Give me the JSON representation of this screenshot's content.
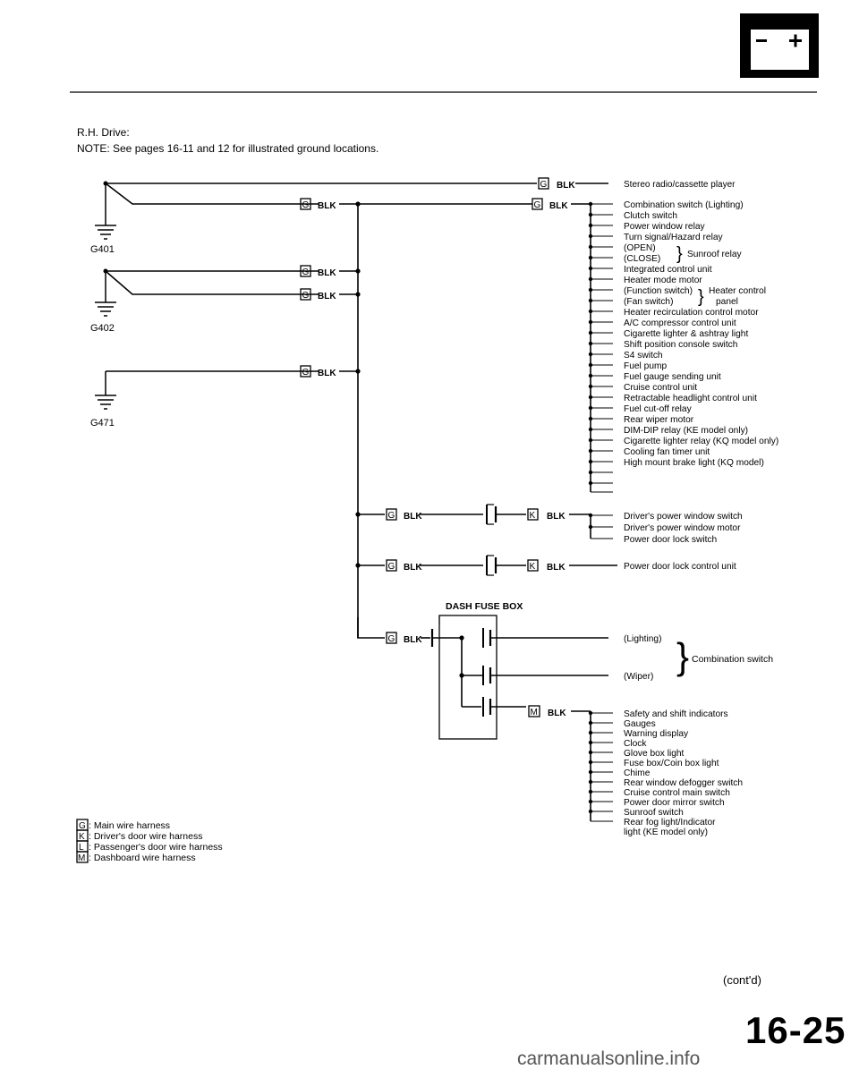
{
  "header": {
    "section_icon": "battery-icon",
    "title": "R.H. Drive:",
    "note": "NOTE:  See pages 16-11 and 12 for illustrated ground locations."
  },
  "grounds": [
    "G401",
    "G402",
    "G471"
  ],
  "connector_codes": {
    "main": "G",
    "driver_door": "K",
    "passenger_door": "L",
    "dashboard": "M"
  },
  "wire_color": "BLK",
  "fuse_box_label": "DASH FUSE BOX",
  "stereo": "Stereo radio/cassette player",
  "main_branch": {
    "items": [
      "Combination switch (Lighting)",
      "Clutch switch",
      "Power window relay",
      "Turn signal/Hazard relay",
      "(OPEN)",
      "(CLOSE)",
      "Integrated control unit",
      "Heater mode motor",
      "(Function switch)",
      "(Fan switch)",
      "Heater recirculation control motor",
      "A/C compressor control unit",
      "Cigarette lighter & ashtray light",
      "Shift position console switch",
      "S4 switch",
      "Fuel pump",
      "Fuel gauge sending unit",
      "Cruise control unit",
      "Retractable headlight control unit",
      "Fuel cut-off relay",
      "Rear wiper motor",
      "DIM-DIP relay (KE model only)",
      "Cigarette lighter relay (KQ model only)",
      "Cooling fan timer unit",
      "High mount brake light (KQ model)"
    ],
    "sunroof_group": "Sunroof relay",
    "heater_group_line1": "Heater control",
    "heater_group_line2": "panel"
  },
  "driver_door": {
    "items": [
      "Driver's power window switch",
      "Driver's power window motor",
      "Power door lock switch"
    ]
  },
  "door_lock_unit": "Power door lock control unit",
  "combination_switch": {
    "item1": "(Lighting)",
    "item2": "(Wiper)",
    "group": "Combination switch"
  },
  "dashboard": {
    "items": [
      "Safety and shift indicators",
      "Gauges",
      "Warning display",
      "Clock",
      "Glove box light",
      "Fuse box/Coin box light",
      "Chime",
      "Rear window defogger switch",
      "Cruise control main switch",
      "Power door mirror switch",
      "Sunroof switch",
      "Rear fog light/Indicator",
      "light (KE model only)"
    ]
  },
  "legend": [
    {
      "code": "G",
      "text": ": Main wire harness"
    },
    {
      "code": "K",
      "text": ": Driver's door wire harness"
    },
    {
      "code": "L",
      "text": ": Passenger's door wire harness"
    },
    {
      "code": "M",
      "text": ": Dashboard wire harness"
    }
  ],
  "footer": {
    "cont": "(cont'd)",
    "page": "16-25",
    "watermark": "carmanualsonline.info"
  }
}
